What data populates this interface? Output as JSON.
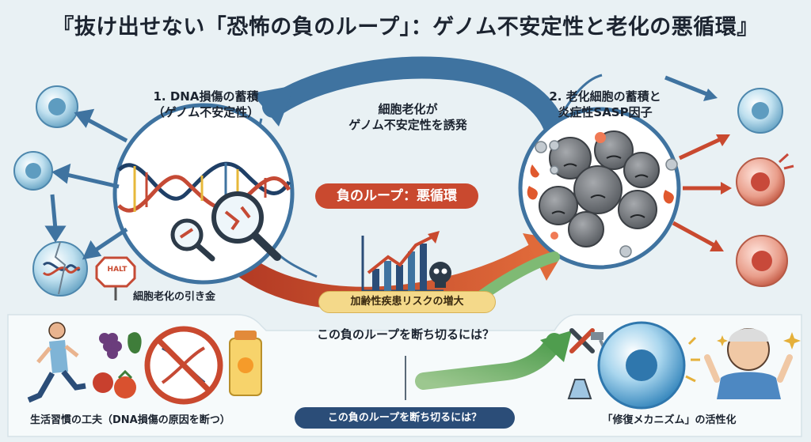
{
  "title": "『抜け出せない「恐怖の負のループ」：ゲノム不安定性と老化の悪循環』",
  "step1": {
    "line1": "1. DNA損傷の蓄積",
    "line2": "（ゲノム不安定性）"
  },
  "step2": {
    "line1": "2. 老化細胞の蓄積と",
    "line2": "炎症性SASP因子"
  },
  "induce": {
    "line1": "細胞老化が",
    "line2": "ゲノム不安定性を誘発"
  },
  "loop_label": "負のループ：悪循環",
  "trigger_label": "細胞老化の引き金",
  "halt_sign": "HALT",
  "risk_label": "加齢性疾患リスクの増大",
  "break_question": "この負のループを断ち切るには？",
  "break_question_pill": "この負のループを断ち切るには？",
  "lifestyle_label": "生活習慣の工夫（DNA損傷の原因を断つ）",
  "repair_label": "「修復メカニズム」の活性化",
  "colors": {
    "loop_blue": "#3f73a0",
    "loop_red": "#c9492f",
    "green_arrow": "#5da85a",
    "pill_navy": "#2b4d78",
    "risk_yellow": "#f4d98a"
  }
}
